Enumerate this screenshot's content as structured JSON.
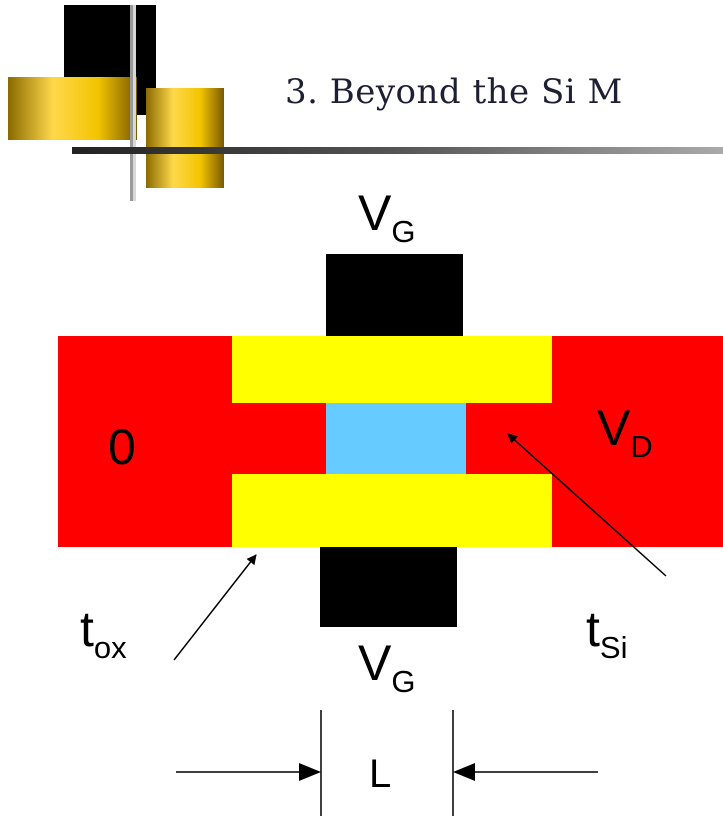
{
  "slide": {
    "title": "3. Beyond the Si M"
  },
  "diagram": {
    "gate_top": {
      "main": "V",
      "sub": "G"
    },
    "gate_bottom": {
      "main": "V",
      "sub": "G"
    },
    "source": {
      "main": "0"
    },
    "drain": {
      "main": "V",
      "sub": "D"
    },
    "oxide_thickness": {
      "main": "t",
      "sub": "ox"
    },
    "silicon_thickness": {
      "main": "t",
      "sub": "Si"
    },
    "gate_length": {
      "main": "L"
    }
  },
  "colors": {
    "source_drain": "#ff0000",
    "oxide": "#ffff00",
    "gate": "#000000",
    "channel": "#66ccff",
    "logo_gold": "#e6b800"
  }
}
